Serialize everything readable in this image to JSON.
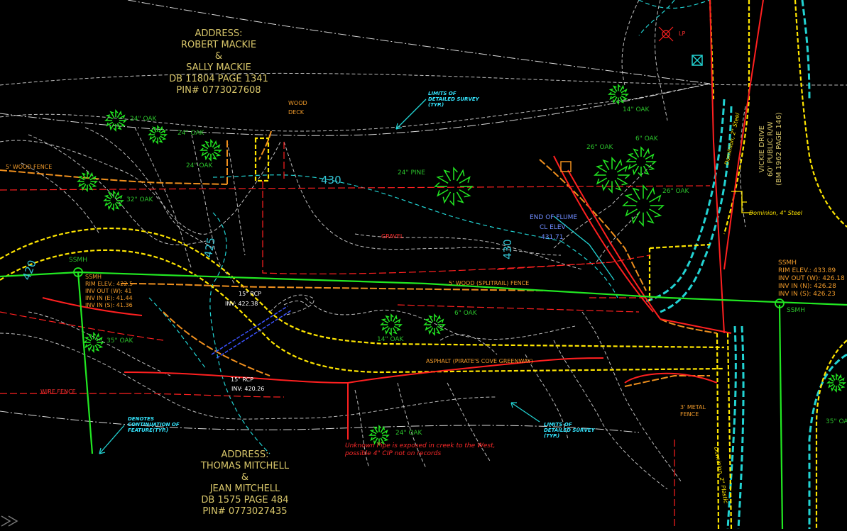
{
  "addresses": {
    "top": {
      "line1": "ADDRESS:",
      "line2": "ROBERT MACKIE",
      "line3": "&",
      "line4": "SALLY MACKIE",
      "line5": "DB 11804 PAGE 1341",
      "line6": "PIN# 0773027608"
    },
    "bottom": {
      "line1": "ADDRESS:",
      "line2": "THOMAS MITCHELL",
      "line3": "&",
      "line4": "JEAN MITCHELL",
      "line5": "DB 1575 PAGE 484",
      "line6": "PIN# 0773027435"
    }
  },
  "road": {
    "line1": "VICKIE DRIVE",
    "line2": "60' PUBLIC R/W",
    "line3": "(BM 1962 PAGE 146)"
  },
  "trees": {
    "t1": "24\" OAK",
    "t2": "24\" OAK",
    "t3": "24\" OAK",
    "t4": "32\" OAK",
    "t5": "24\" PINE",
    "t6": "14\" OAK",
    "t7": "26\" OAK",
    "t8": "6\" OAK",
    "t9": "26\" OAK",
    "t10": "14\" OAK",
    "t11": "6\" OAK",
    "t12": "35\" OAK",
    "t13": "24\" OAK",
    "t14": "35\" OAK"
  },
  "notes": {
    "limits_top": "LIMITS OF\nDETAILED SURVEY\n(TYP.)",
    "limits_bottom": "LIMITS OF\nDETAILED SURVEY\n(TYP.)",
    "denotes": "DENOTES\nCONTINUATION OF\nFEATURE(TYP.)",
    "unknown_pipe": "Unknown Pipe is exposed in creek to the West,\npossible 4\" CIP not on records"
  },
  "labels": {
    "wood_deck": "WOOD\nDECK",
    "wood_fence_left": "5' WOOD FENCE",
    "wood_fence_split": "5' WOOD (SPLITRAIL) FENCE",
    "gravel": "GRAVEL",
    "asphalt": "ASPHALT (PIRATE'S COVE GREENWAY)",
    "metal_fence": "3' METAL\nFENCE",
    "wire_fence": "WIRE FENCE",
    "end_of_flume": "END OF FLUME",
    "cl_elev": "CL ELEV",
    "cl_elev_val": "431.71",
    "rcp_top": "15\" RCP",
    "inv_top": "INV: 422.38",
    "rcp_bot": "15\" RCP",
    "inv_bot": "INV: 420.26",
    "contour_430_a": "430",
    "contour_430_b": "430",
    "contour_425": "425",
    "contour_420": "420",
    "lp": "LP"
  },
  "ssmh_left": {
    "title": "SSMH",
    "rim": "RIM ELEV.: 422.5",
    "inv_out": "INV OUT (W): 41",
    "inv_in_e": "INV IN (E): 41.44",
    "inv_in_s": "INV IN (S): 41.36"
  },
  "ssmh_right": {
    "title": "SSMH",
    "rim": "RIM ELEV.: 433.89",
    "inv_out": "INV OUT (W): 426.18",
    "inv_in_n": "INV IN (N): 426.28",
    "inv_in_s": "INV IN (S): 426.23"
  },
  "ssmh_tags": {
    "left": "SSMH",
    "right": "SSMH"
  },
  "dominion": {
    "d1": "Dominion, 2\" Steel",
    "d2": "Dominion, 4\" Steel",
    "d3": "Dominion, 2\" Plastic"
  },
  "colors": {
    "background": "#000000",
    "green": "#22e822",
    "yellow": "#ffe600",
    "red": "#ff2020",
    "cyan": "#22d3d3",
    "orange": "#f0901e",
    "white": "#cfcfcf",
    "blue": "#3b52ff",
    "address": "#d8c66a"
  }
}
